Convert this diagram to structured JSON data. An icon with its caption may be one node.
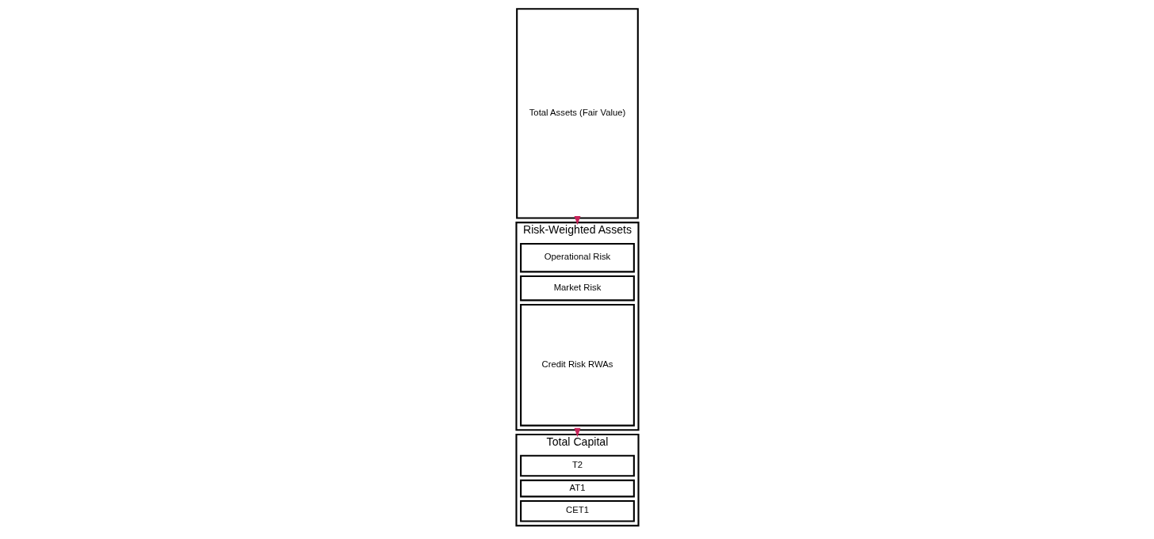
{
  "diagram": {
    "nodes": [
      {
        "text": [
          "Total Assets (Fair Value)"
        ]
      },
      {
        "text": [
          "Risk-Weighted Assets"
        ]
      },
      {
        "text": [
          "Operational Risk"
        ],
        "in": 1
      },
      {
        "text": [
          "Market Risk"
        ],
        "in": 1
      },
      {
        "text": [
          "Credit Risk RWAs"
        ],
        "in": 1
      },
      {
        "text": [
          "Total Capital"
        ]
      },
      {
        "text": [
          "T2"
        ],
        "in": 5
      },
      {
        "text": [
          "AT1"
        ],
        "in": 5
      },
      {
        "text": [
          "CET1"
        ],
        "in": 5
      }
    ],
    "edges": [
      {
        "from": 0,
        "to": 1,
        "arrow": "to",
        "color": "#c8235a"
      },
      {
        "from": 1,
        "to": 5,
        "arrow": "to",
        "color": "#c8235a"
      }
    ]
  }
}
